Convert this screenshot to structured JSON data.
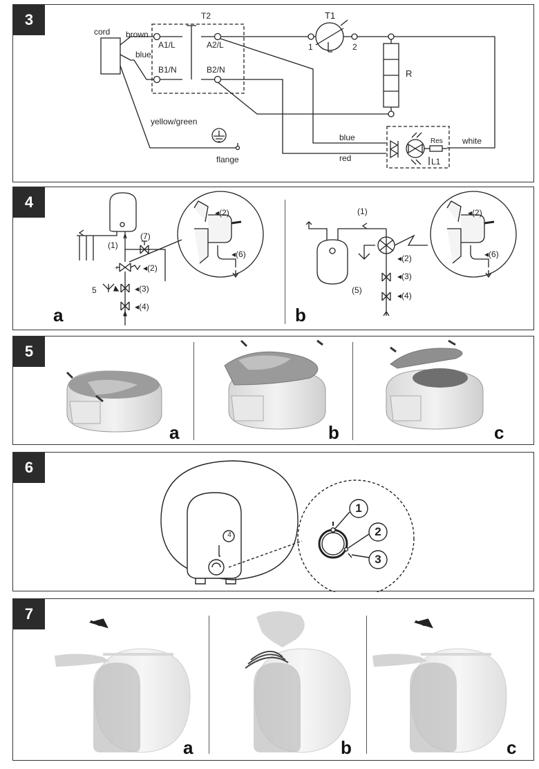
{
  "sections": {
    "s3": {
      "number": "3",
      "labels": {
        "cord": "cord",
        "brown": "brown",
        "blue_top": "blue",
        "t2": "T2",
        "t1": "T1",
        "a1": "A1/L",
        "a2": "A2/L",
        "b1": "B1/N",
        "b2": "B2/N",
        "t1_pin1": "1",
        "t1_pin2": "2",
        "r": "R",
        "yellow_green": "yellow/green",
        "flange": "flange",
        "blue_wire": "blue",
        "red_wire": "red",
        "res": "Res",
        "l1": "L1",
        "white": "white"
      }
    },
    "s4": {
      "number": "4",
      "sub_a": "a",
      "sub_b": "b",
      "markers": {
        "m1": "1",
        "m2": "2",
        "m3": "3",
        "m4": "4",
        "m5": "5",
        "m6": "6",
        "m7": "7"
      }
    },
    "s5": {
      "number": "5",
      "sub_a": "a",
      "sub_b": "b",
      "sub_c": "c"
    },
    "s6": {
      "number": "6",
      "knob_label": "4",
      "c1": "1",
      "c2": "2",
      "c3": "3"
    },
    "s7": {
      "number": "7",
      "sub_a": "a",
      "sub_b": "b",
      "sub_c": "c"
    }
  }
}
